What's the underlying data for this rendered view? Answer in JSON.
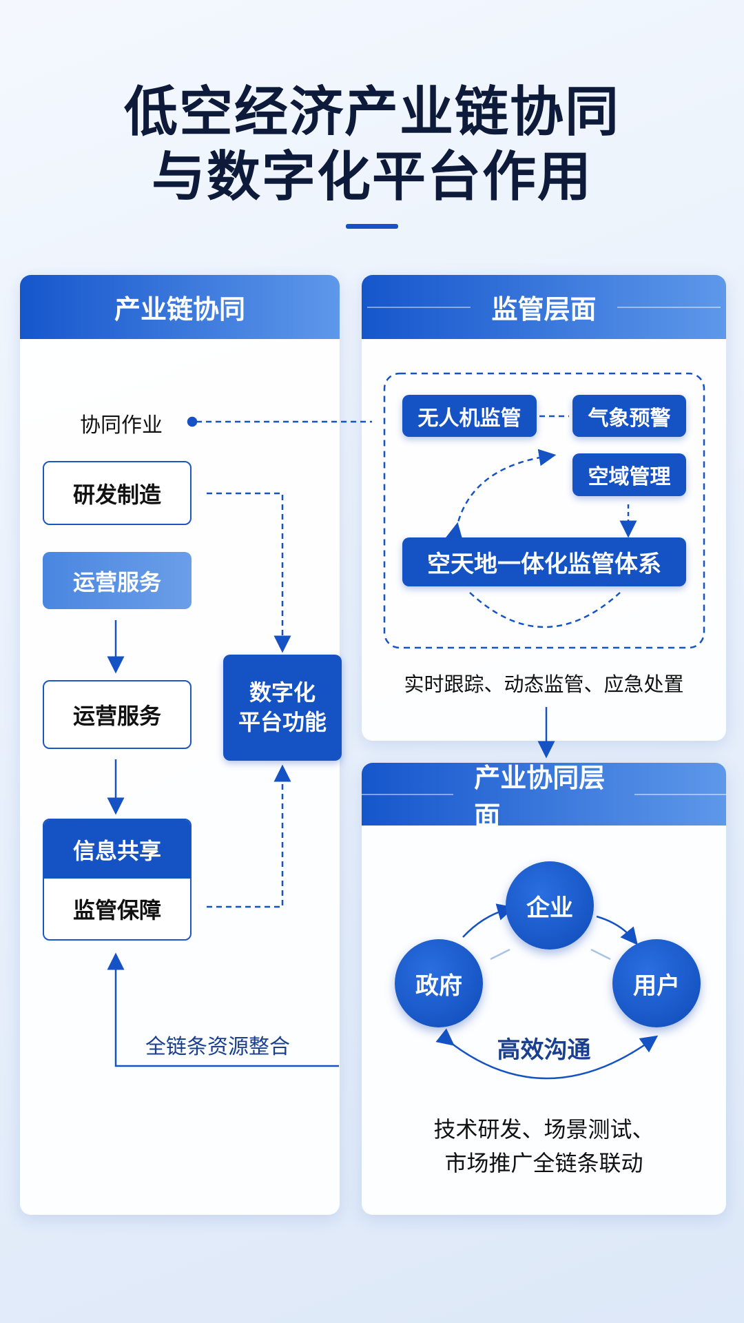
{
  "title": {
    "line1": "低空经济产业链协同",
    "line2": "与数字化平台作用"
  },
  "colors": {
    "primary": "#1552c4",
    "light": "#5e98ea",
    "text": "#0d1a3a"
  },
  "left_card": {
    "header": "产业链协同",
    "cooperation_label": "协同作业",
    "items": [
      "研发制造",
      "运营服务",
      "运营服务"
    ],
    "info_share": "信息共享",
    "regulation": "监管保障",
    "platform": {
      "line1": "数字化",
      "line2": "平台功能"
    },
    "integration_label": "全链条资源整合"
  },
  "regulation_card": {
    "header": "监管层面",
    "drone": "无人机监管",
    "weather": "气象预警",
    "airspace": "空域管理",
    "system": "空天地一体化监管体系",
    "caption": "实时跟踪、动态监管、应急处置"
  },
  "industry_card": {
    "header": "产业协同层面",
    "enterprise": "企业",
    "government": "政府",
    "user": "用户",
    "communication": "高效沟通",
    "caption": {
      "line1": "技术研发、场景测试、",
      "line2": "市场推广全链条联动"
    }
  }
}
